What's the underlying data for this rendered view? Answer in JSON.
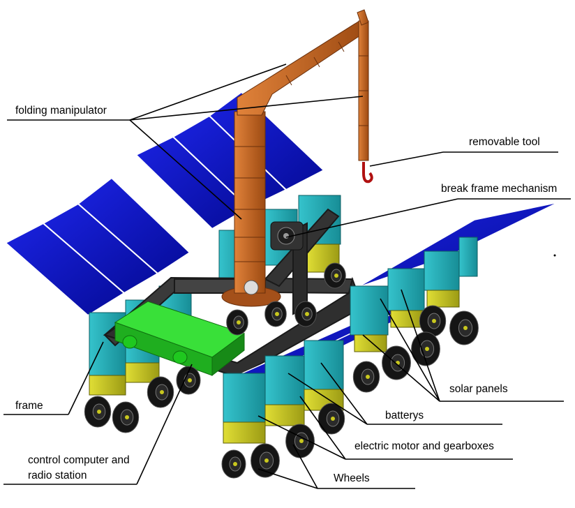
{
  "labels": {
    "folding_manipulator": "folding manipulator",
    "removable_tool": "removable tool",
    "break_frame_mechanism": "break frame mechanism",
    "solar_panels": "solar panels",
    "batterys": "batterys",
    "electric_motor": "electric motor and gearboxes",
    "wheels": "Wheels",
    "frame": "frame",
    "control_line1": "control computer and",
    "control_line2": "radio station"
  },
  "colors": {
    "solar_panel": "#0a10c8",
    "battery_cyan": "#1ea9b4",
    "motor_yellow": "#c9c81e",
    "manipulator_orange": "#c8641e",
    "control_green": "#1fc81f",
    "frame_dark": "#2f2f2f",
    "wheel_black": "#151515",
    "hook_red": "#b01010"
  }
}
